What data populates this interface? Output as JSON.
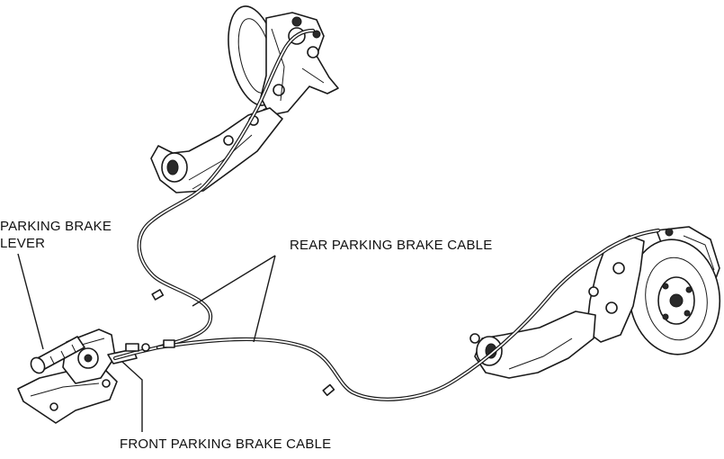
{
  "labels": {
    "parking_brake_lever_line1": "PARKING BRAKE",
    "parking_brake_lever_line2": "LEVER",
    "rear_parking_brake_cable": "REAR PARKING BRAKE CABLE",
    "front_parking_brake_cable": "FRONT PARKING BRAKE CABLE"
  }
}
